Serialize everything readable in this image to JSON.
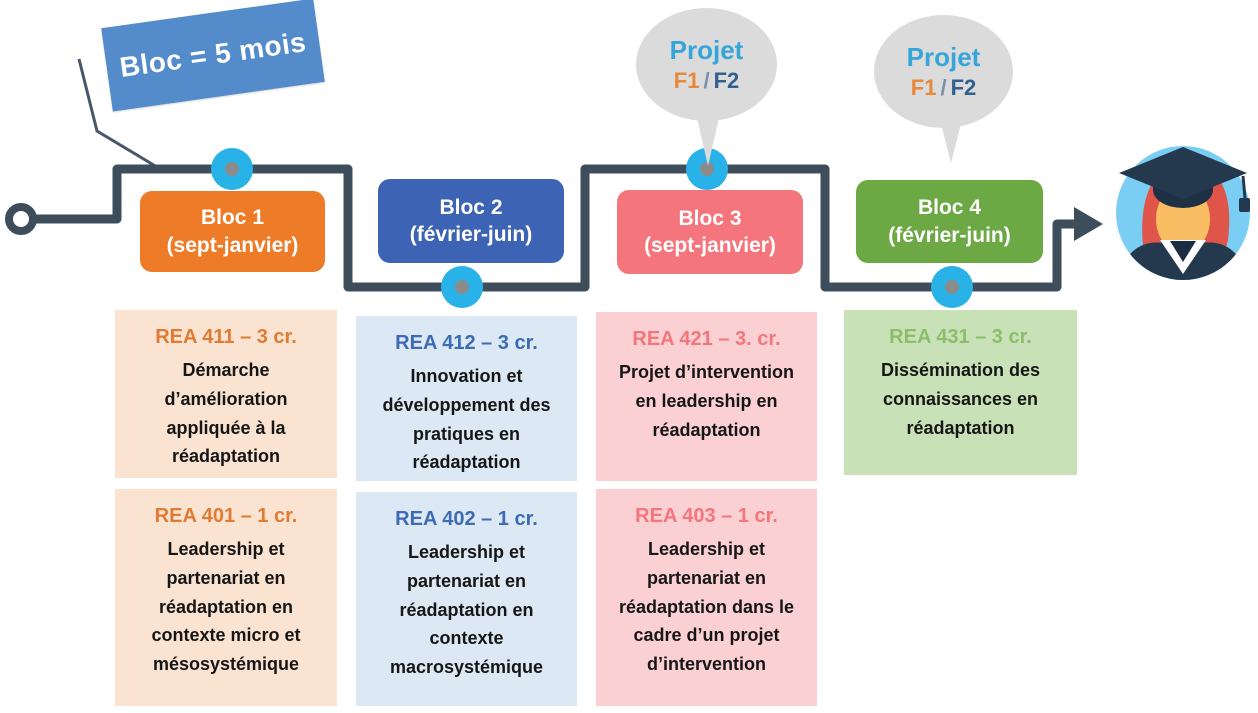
{
  "banner": {
    "label": "Bloc = 5 mois"
  },
  "bubbles": [
    {
      "title": "Projet",
      "f1": "F1",
      "separator": "/",
      "f2": "F2"
    },
    {
      "title": "Projet",
      "f1": "F1",
      "separator": "/",
      "f2": "F2"
    }
  ],
  "blocks": [
    {
      "label": "Bloc 1",
      "dates": "(sept-janvier)",
      "color": "#EE7B28"
    },
    {
      "label": "Bloc 2",
      "dates": "(février-juin)",
      "color": "#3D63B4"
    },
    {
      "label": "Bloc 3",
      "dates": "(sept-janvier)",
      "color": "#F4757B"
    },
    {
      "label": "Bloc 4",
      "dates": "(février-juin)",
      "color": "#6CA844"
    }
  ],
  "courses": [
    {
      "code": "REA 411 – 3 cr.",
      "title": "Démarche d’amélioration appliquée à la réadaptation",
      "color": "#E07B33"
    },
    {
      "code": "REA 412 – 3 cr.",
      "title": "Innovation et développement des pratiques en réadaptation",
      "color": "#3D6BB4"
    },
    {
      "code": "REA 421 – 3. cr.",
      "title": "Projet d’intervention en leadership en réadaptation",
      "color": "#F4757B"
    },
    {
      "code": "REA 431 – 3 cr.",
      "title": "Dissémination des connaissances en réadaptation",
      "color": "#8BBE6A"
    },
    {
      "code": "REA 401 – 1 cr.",
      "title": "Leadership et partenariat en réadaptation en contexte micro et mésosystémique",
      "color": "#E07B33"
    },
    {
      "code": "REA 402 – 1 cr.",
      "title": "Leadership et partenariat en réadaptation en contexte macrosystémique",
      "color": "#3D6BB4"
    },
    {
      "code": "REA 403 – 1 cr.",
      "title": "Leadership et partenariat en réadaptation dans le cadre d’un projet d’intervention",
      "color": "#F4757B"
    }
  ],
  "icons": {
    "graduate": "graduate-avatar",
    "timeline_dot": "milestone-dot",
    "start": "start-ring",
    "end": "arrow-right"
  },
  "colors": {
    "timeline": "#3E4D5C",
    "dot": "#29B2E8",
    "dot_center": "#8B8B8B",
    "bubble_bg": "#DBDBDB",
    "projet_text": "#36A5D9",
    "f1_text": "#E8883B",
    "f2_text": "#33608F",
    "banner_bg": "#538BCB",
    "card_bg_orange": "#FBE3D2",
    "card_bg_blue": "#DCE9F5",
    "card_bg_pink": "#FAD0D3",
    "card_bg_green": "#C8E1B6"
  }
}
